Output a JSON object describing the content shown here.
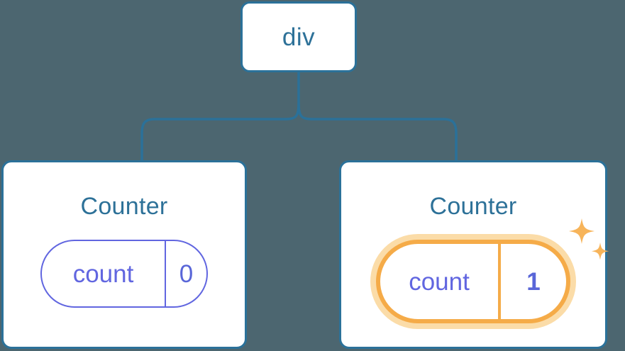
{
  "diagram": {
    "title": "React component tree with highlighted state update",
    "background_color": "#4c6670",
    "node_border_color": "#2b7199",
    "text_blue": "#2d7198",
    "pill_indigo": "#6166e0",
    "highlight_orange": "#f5ab48",
    "highlight_glow": "#fbdca8"
  },
  "root": {
    "label": "div"
  },
  "children": [
    {
      "title": "Counter",
      "state": {
        "key": "count",
        "value": "0"
      },
      "highlighted": false,
      "sparkle": false
    },
    {
      "title": "Counter",
      "state": {
        "key": "count",
        "value": "1"
      },
      "highlighted": true,
      "sparkle": true,
      "sparkle_icons": [
        "sparkle-large",
        "sparkle-small"
      ]
    }
  ]
}
